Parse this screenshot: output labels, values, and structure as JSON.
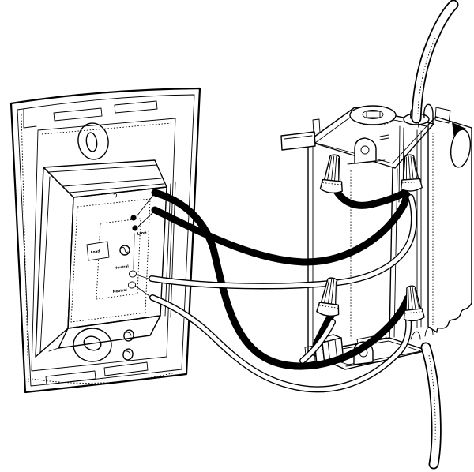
{
  "colors": {
    "ink": "#000000",
    "paper": "#ffffff",
    "hot_wire": "#000000",
    "neutral_wire": "#ffffff"
  },
  "device": {
    "labels": {
      "line": "Line",
      "load": "Load",
      "neutral_top": "Neutral",
      "neutral_bottom": "Neutral"
    }
  },
  "components": {
    "wall_plate": "wall-plate",
    "timer_device": "timer-switch-device",
    "electrical_box": "old-work-electrical-box",
    "wire_nuts": [
      "wire-nut-top-left",
      "wire-nut-top-right",
      "wire-nut-bottom-left",
      "wire-nut-bottom-right"
    ],
    "wires": [
      "hot-wire-upper",
      "hot-wire-lower",
      "hot-jumper",
      "neutral-wire-upper",
      "neutral-wire-lower",
      "hot-pigtail",
      "neutral-pigtail"
    ],
    "cables": [
      "supply-cable-top",
      "supply-cable-bottom"
    ]
  }
}
